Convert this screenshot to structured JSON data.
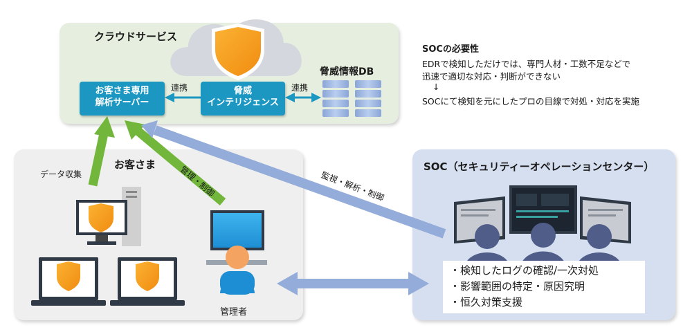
{
  "cloud": {
    "title": "クラウドサービス",
    "server_line1": "お客さま専用",
    "server_line2": "解析サーバー",
    "intel_line1": "脅威",
    "intel_line2": "インテリジェンス",
    "db_label": "脅威情報DB",
    "link_label_left": "連携",
    "link_label_right": "連携"
  },
  "customer": {
    "title": "お客さま",
    "data_collect_label": "データ収集",
    "manage_label": "管理・制御",
    "admin_label": "管理者"
  },
  "soc": {
    "title": "SOC（セキュリティーオペレーションセンター）",
    "monitor_label": "監視・解析・制御",
    "tasks": [
      "・検知したログの確認/一次対処",
      "・影響範囲の特定・原因究明",
      "・恒久対策支援"
    ]
  },
  "note": {
    "title": "SOCの必要性",
    "line1": "EDRで検知しただけでは、専門人材・工数不足などで",
    "line2": "迅速で適切な対応・判断ができない",
    "arrow": "↓",
    "line3": "SOCにて検知を元にしたプロの目線で対処・対応を実施"
  },
  "colors": {
    "green_arrow": "#72b63c",
    "blue_arrow": "#94acd9",
    "teal_box": "#1b97c2",
    "shield_orange": "#f7a01b"
  }
}
